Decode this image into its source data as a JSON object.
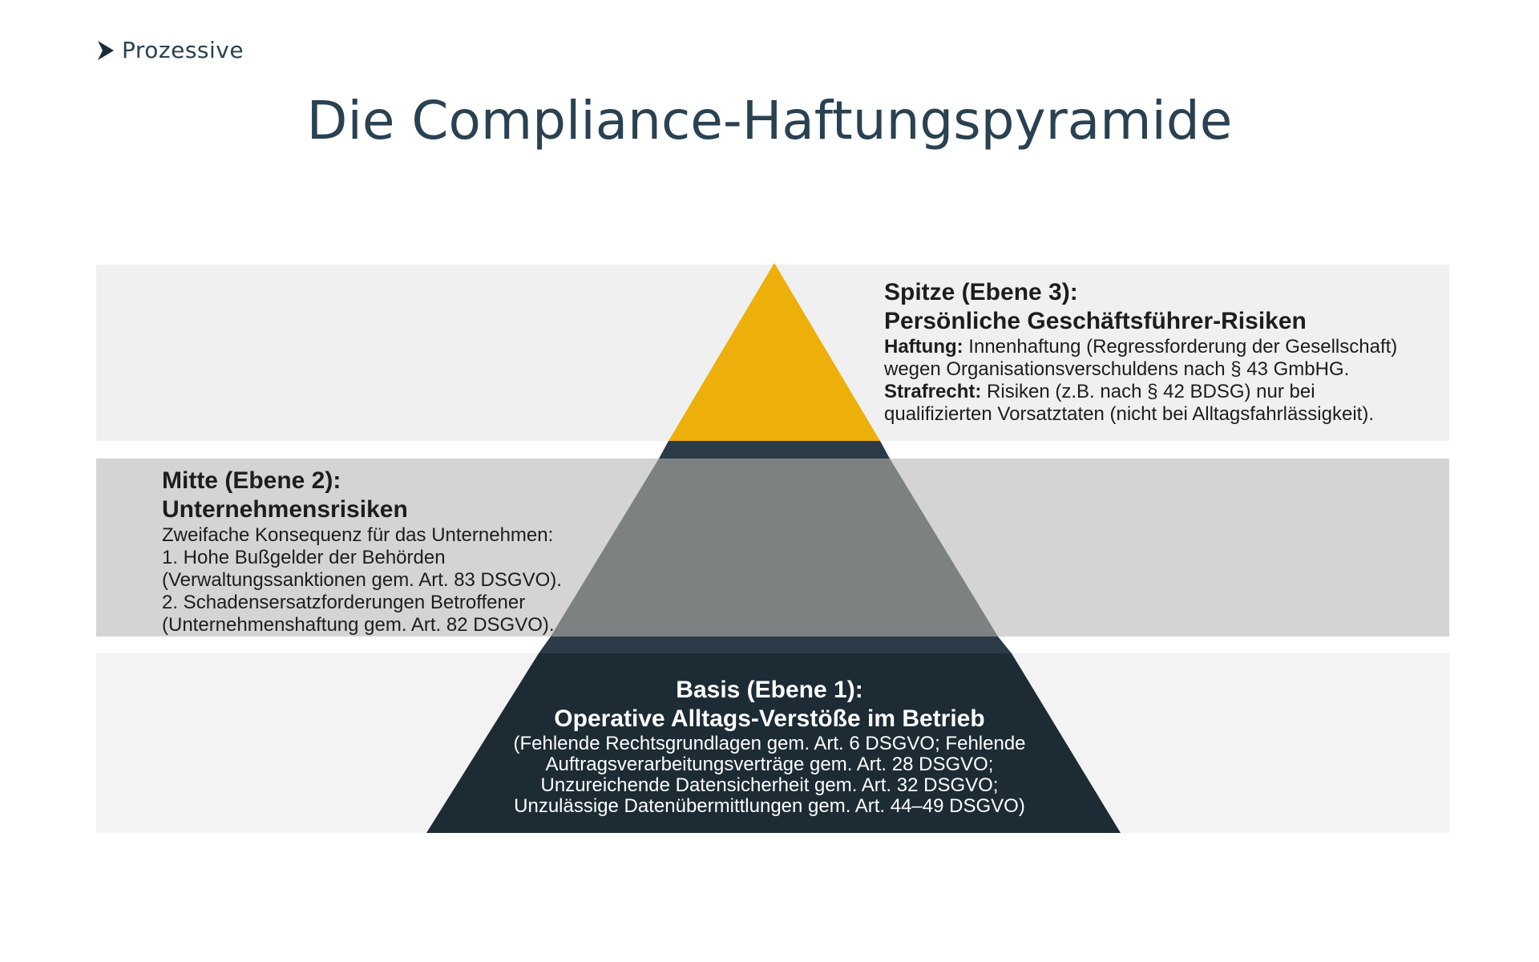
{
  "brand": {
    "logo_icon": "chevron-right-icon",
    "name": "Prozessive",
    "color": "#2a4151"
  },
  "page": {
    "title": "Die Compliance-Haftungspyramide"
  },
  "colors": {
    "top_level": "#edb00b",
    "mid_level": "#7d8182",
    "base_level": "#1d2b35",
    "separator": "#2b3c48"
  },
  "levels": {
    "top": {
      "heading_1": "Spitze (Ebene 3):",
      "heading_2": "Persönliche Geschäftsführer-Risiken",
      "liability_label": "Haftung:",
      "liability_text": " Innenhaftung (Regressforderung der Gesellschaft)",
      "liability_text_2": "wegen Organisationsverschuldens nach § 43 GmbHG.",
      "criminal_label": "Strafrecht:",
      "criminal_text": " Risiken (z.B. nach § 42 BDSG) nur bei",
      "criminal_text_2": "qualifizierten Vorsatztaten (nicht bei Alltagsfahrlässigkeit)."
    },
    "middle": {
      "heading_1": "Mitte (Ebene 2):",
      "heading_2": "Unternehmensrisiken",
      "lines": [
        "Zweifache Konsequenz für das Unternehmen:",
        "1. Hohe Bußgelder der Behörden",
        "(Verwaltungssanktionen gem. Art. 83 DSGVO).",
        "2. Schadensersatzforderungen Betroffener",
        "(Unternehmenshaftung gem. Art. 82 DSGVO)."
      ]
    },
    "base": {
      "heading_1": "Basis (Ebene 1):",
      "heading_2": "Operative Alltags-Verstöße im Betrieb",
      "lines": [
        "(Fehlende Rechtsgrundlagen gem. Art. 6 DSGVO; Fehlende",
        "Auftragsverarbeitungsverträge gem. Art. 28 DSGVO;",
        "Unzureichende Datensicherheit gem. Art. 32 DSGVO;",
        "Unzulässige Datenübermittlungen gem. Art. 44–49 DSGVO)"
      ]
    }
  }
}
